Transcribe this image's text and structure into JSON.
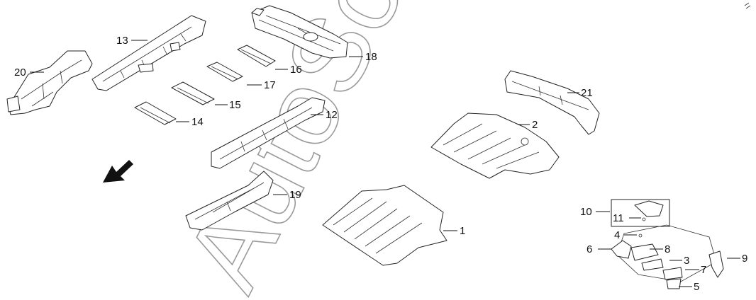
{
  "watermark": "AutoSoft",
  "direction_arrow": "front-arrow",
  "callouts": [
    {
      "id": "p1",
      "label": "1"
    },
    {
      "id": "p2",
      "label": "2"
    },
    {
      "id": "p3",
      "label": "3"
    },
    {
      "id": "p4",
      "label": "4"
    },
    {
      "id": "p5",
      "label": "5"
    },
    {
      "id": "p6",
      "label": "6"
    },
    {
      "id": "p7",
      "label": "7"
    },
    {
      "id": "p8",
      "label": "8"
    },
    {
      "id": "p9",
      "label": "9"
    },
    {
      "id": "p10",
      "label": "10"
    },
    {
      "id": "p11",
      "label": "11"
    },
    {
      "id": "p12",
      "label": "12"
    },
    {
      "id": "p13",
      "label": "13"
    },
    {
      "id": "p14",
      "label": "14"
    },
    {
      "id": "p15",
      "label": "15"
    },
    {
      "id": "p16",
      "label": "16"
    },
    {
      "id": "p17",
      "label": "17"
    },
    {
      "id": "p18",
      "label": "18"
    },
    {
      "id": "p19",
      "label": "19"
    },
    {
      "id": "p20",
      "label": "20"
    },
    {
      "id": "p21",
      "label": "21"
    }
  ]
}
